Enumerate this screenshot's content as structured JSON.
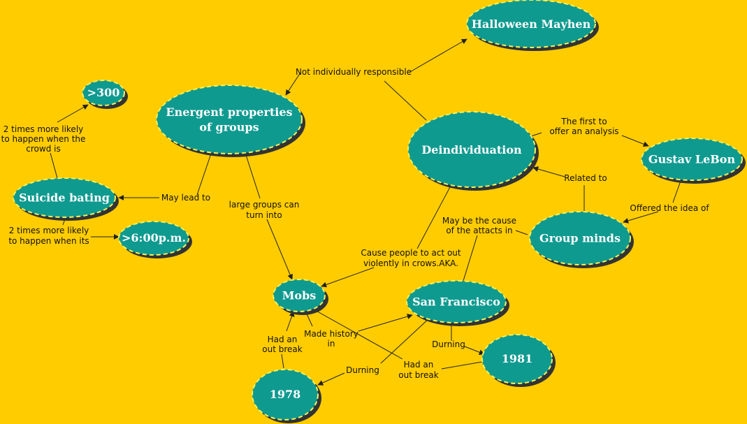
{
  "colors": {
    "background": "#ffcc00",
    "node_fill": "#0f9a90",
    "node_border": "#f2f25c",
    "shadow": "#333333",
    "line": "#222222"
  },
  "nodes": [
    {
      "id": "halloween",
      "label": "Halloween Mayhen"
    },
    {
      "id": "emergent",
      "label": "Energent properties of groups",
      "lines": [
        "Energent properties",
        "of groups"
      ]
    },
    {
      "id": "n300",
      "label": ">300"
    },
    {
      "id": "deind",
      "label": "Deindividuation"
    },
    {
      "id": "lebon",
      "label": "Gustav LeBon"
    },
    {
      "id": "suicide",
      "label": "Suicide bating"
    },
    {
      "id": "n600",
      "label": ">6:00p.m."
    },
    {
      "id": "groupminds",
      "label": "Group minds"
    },
    {
      "id": "mobs",
      "label": "Mobs"
    },
    {
      "id": "sf",
      "label": "San Francisco"
    },
    {
      "id": "n1981",
      "label": "1981"
    },
    {
      "id": "n1978",
      "label": "1978"
    }
  ],
  "links": [
    {
      "id": "not-responsible",
      "label": "Not individually responsible",
      "lines": [
        "Not individually responsible"
      ]
    },
    {
      "id": "first-analysis",
      "label": "The first to offer an analysis",
      "lines": [
        "The first to",
        "offer an analysis"
      ]
    },
    {
      "id": "related-to",
      "label": "Related to",
      "lines": [
        "Related to"
      ]
    },
    {
      "id": "offered-idea",
      "label": "Offered the idea of",
      "lines": [
        "Offered the idea of"
      ]
    },
    {
      "id": "may-lead-to",
      "label": "May lead to",
      "lines": [
        "May lead to"
      ]
    },
    {
      "id": "two-times-crowd",
      "label": "2 times more likely to happen when the crowd is",
      "lines": [
        "2 times more likely",
        "to happen when the",
        "crowd is"
      ]
    },
    {
      "id": "two-times-its",
      "label": "2 times more likely to happen when its",
      "lines": [
        "2 times more likely",
        "to happen when its"
      ]
    },
    {
      "id": "large-groups",
      "label": "large groups can turn into",
      "lines": [
        "large groups can",
        "turn into"
      ]
    },
    {
      "id": "may-be-cause",
      "label": "May be the cause of the attacts in",
      "lines": [
        "May be the cause",
        "of the attacts in"
      ]
    },
    {
      "id": "cause-people",
      "label": "Cause people to act out violently in crows.AKA.",
      "lines": [
        "Cause people to act out",
        "violently in crows.AKA."
      ]
    },
    {
      "id": "made-history",
      "label": "Made history in",
      "lines": [
        "Made history",
        "in"
      ]
    },
    {
      "id": "had-outbreak-1978",
      "label": "Had an out break",
      "lines": [
        "Had an",
        "out break"
      ]
    },
    {
      "id": "durning-1981",
      "label": "Durning",
      "lines": [
        "Durning"
      ]
    },
    {
      "id": "durning-1978",
      "label": "Durning",
      "lines": [
        "Durning"
      ]
    },
    {
      "id": "had-outbreak-1981",
      "label": "Had an out break",
      "lines": [
        "Had an",
        "out break"
      ]
    }
  ]
}
